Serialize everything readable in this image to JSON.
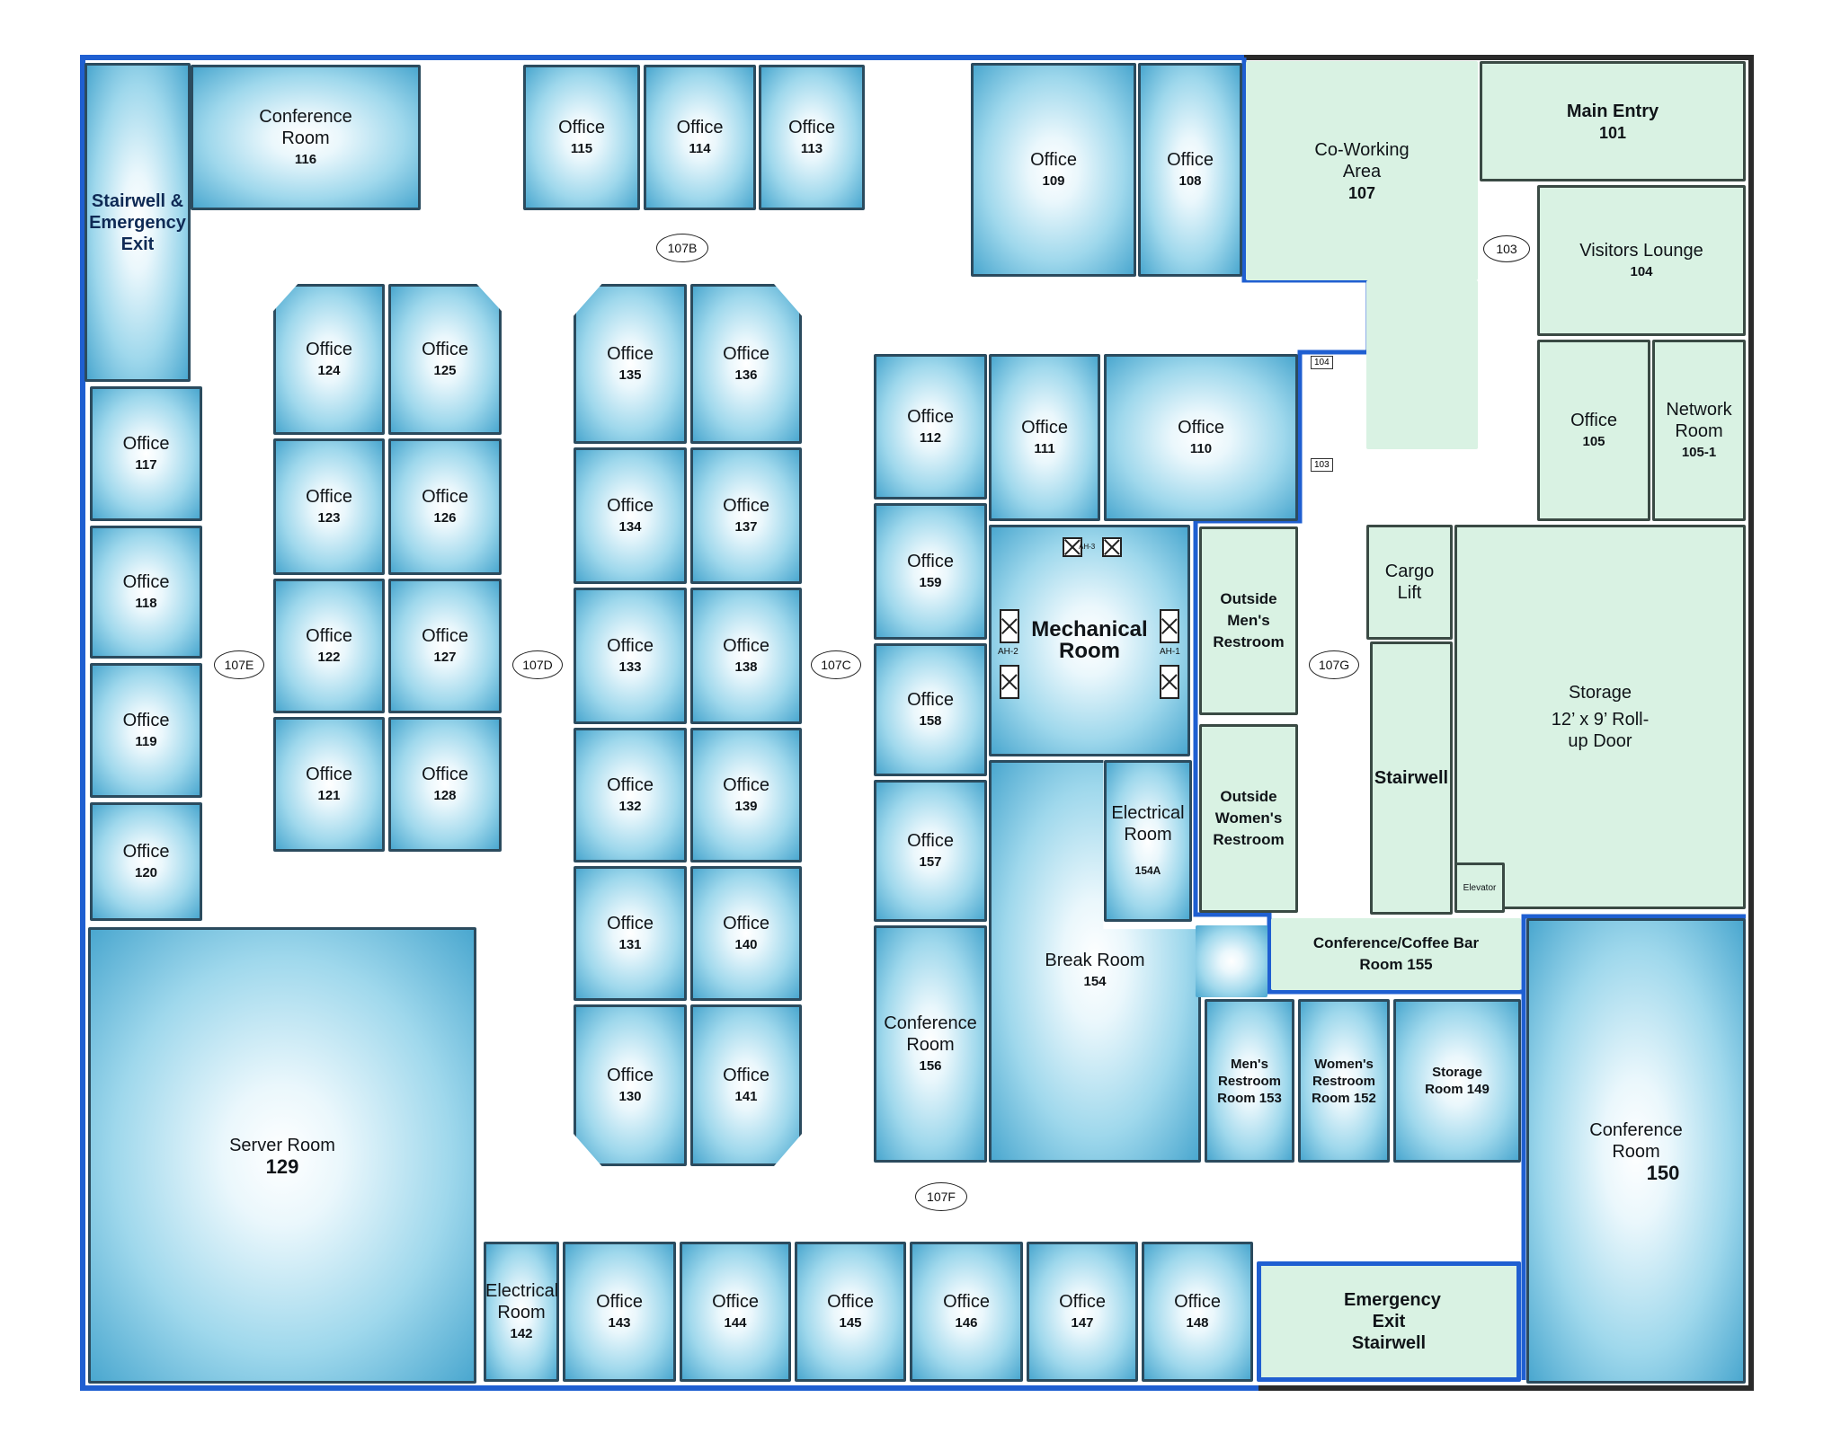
{
  "rooms": {
    "stair_left": {
      "name": "Stairwell & Emergency Exit"
    },
    "conf116": {
      "name": "Conference Room",
      "num": "116"
    },
    "o115": {
      "name": "Office",
      "num": "115"
    },
    "o114": {
      "name": "Office",
      "num": "114"
    },
    "o113": {
      "name": "Office",
      "num": "113"
    },
    "o109": {
      "name": "Office",
      "num": "109"
    },
    "o108": {
      "name": "Office",
      "num": "108"
    },
    "cowork": {
      "name": "Co-Working Area",
      "num": "107"
    },
    "mainentry": {
      "name": "Main Entry",
      "num": "101"
    },
    "visitors": {
      "name": "Visitors Lounge",
      "num": "104"
    },
    "o105": {
      "name": "Office",
      "num": "105"
    },
    "network": {
      "name": "Network Room",
      "num": "105-1"
    },
    "o117": {
      "name": "Office",
      "num": "117"
    },
    "o118": {
      "name": "Office",
      "num": "118"
    },
    "o119": {
      "name": "Office",
      "num": "119"
    },
    "o120": {
      "name": "Office",
      "num": "120"
    },
    "o124": {
      "name": "Office",
      "num": "124"
    },
    "o125": {
      "name": "Office",
      "num": "125"
    },
    "o123": {
      "name": "Office",
      "num": "123"
    },
    "o126": {
      "name": "Office",
      "num": "126"
    },
    "o122": {
      "name": "Office",
      "num": "122"
    },
    "o127": {
      "name": "Office",
      "num": "127"
    },
    "o121": {
      "name": "Office",
      "num": "121"
    },
    "o128": {
      "name": "Office",
      "num": "128"
    },
    "o135": {
      "name": "Office",
      "num": "135"
    },
    "o136": {
      "name": "Office",
      "num": "136"
    },
    "o134": {
      "name": "Office",
      "num": "134"
    },
    "o137": {
      "name": "Office",
      "num": "137"
    },
    "o133": {
      "name": "Office",
      "num": "133"
    },
    "o138": {
      "name": "Office",
      "num": "138"
    },
    "o132": {
      "name": "Office",
      "num": "132"
    },
    "o139": {
      "name": "Office",
      "num": "139"
    },
    "o131": {
      "name": "Office",
      "num": "131"
    },
    "o140": {
      "name": "Office",
      "num": "140"
    },
    "o130": {
      "name": "Office",
      "num": "130"
    },
    "o141": {
      "name": "Office",
      "num": "141"
    },
    "o112": {
      "name": "Office",
      "num": "112"
    },
    "o111": {
      "name": "Office",
      "num": "111"
    },
    "o110": {
      "name": "Office",
      "num": "110"
    },
    "o159": {
      "name": "Office",
      "num": "159"
    },
    "o158": {
      "name": "Office",
      "num": "158"
    },
    "o157": {
      "name": "Office",
      "num": "157"
    },
    "conf156": {
      "name": "Conference Room",
      "num": "156"
    },
    "mech": {
      "name": "Mechanical Room"
    },
    "elec154a": {
      "name": "Electrical Room",
      "num": "154A"
    },
    "break": {
      "name": "Break Room",
      "num": "154"
    },
    "outmen": {
      "name": "Outside Men's Restroom"
    },
    "outwomen": {
      "name": "Outside Women's Restroom"
    },
    "cargo": {
      "name": "Cargo Lift"
    },
    "stair_right": {
      "name": "Stairwell"
    },
    "elevator": {
      "name": "Elevator"
    },
    "storage": {
      "name": "Storage",
      "num": "12’ x 9’ Roll-up Door"
    },
    "coffee": {
      "name": "Conference/Coffee Bar",
      "num": "Room 155"
    },
    "men153": {
      "name": "Men's Restroom Room 153"
    },
    "women152": {
      "name": "Women's Restroom Room 152"
    },
    "stor149": {
      "name": "Storage Room 149"
    },
    "conf150": {
      "name": "Conference Room",
      "num": "150"
    },
    "server": {
      "name": "Server Room",
      "num": "129"
    },
    "elec142": {
      "name": "Electrical Room",
      "num": "142"
    },
    "o143": {
      "name": "Office",
      "num": "143"
    },
    "o144": {
      "name": "Office",
      "num": "144"
    },
    "o145": {
      "name": "Office",
      "num": "145"
    },
    "o146": {
      "name": "Office",
      "num": "146"
    },
    "o147": {
      "name": "Office",
      "num": "147"
    },
    "o148": {
      "name": "Office",
      "num": "148"
    },
    "emexit": {
      "name": "Emergency Exit Stairwell"
    }
  },
  "halls": {
    "h107B": "107B",
    "h107C": "107C",
    "h107D": "107D",
    "h107E": "107E",
    "h107F": "107F",
    "h107G": "107G",
    "h103": "103"
  },
  "door_tags": {
    "d104": "104",
    "d103": "103"
  },
  "ahu_labels": {
    "ah1": "AH-1",
    "ah2": "AH-2",
    "ah3": "AH-3"
  },
  "colors": {
    "office_blue": "#4aa7cf",
    "wall_blue": "#1f5fd1",
    "green_zone": "#d9f2e3",
    "wall_dark": "#2a2a2a"
  }
}
